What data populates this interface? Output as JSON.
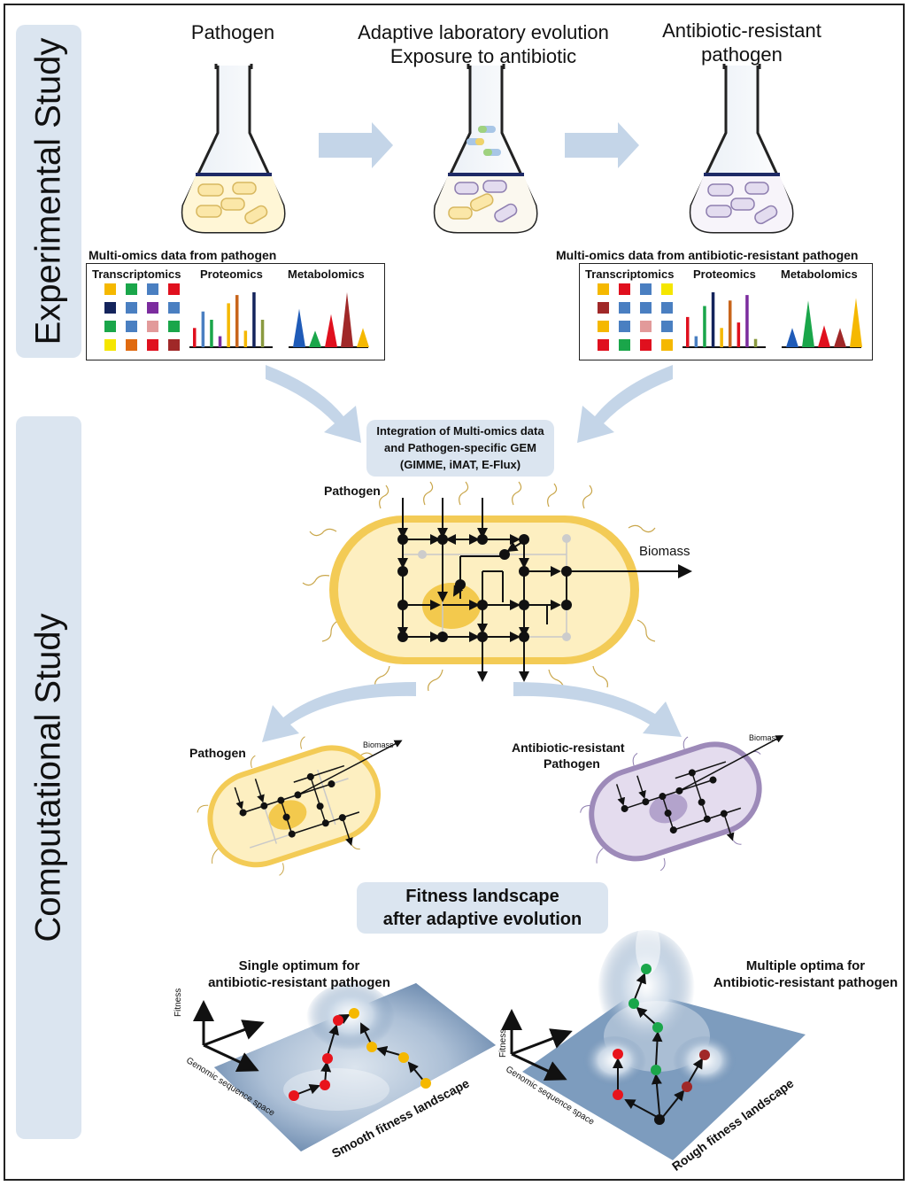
{
  "side_labels": {
    "experimental": "Experimental Study",
    "computational": "Computational Study"
  },
  "top": {
    "pathogen": "Pathogen",
    "ale_line1": "Adaptive laboratory evolution",
    "ale_line2": "Exposure to antibiotic",
    "resistant_line1": "Antibiotic-resistant",
    "resistant_line2": "pathogen"
  },
  "omics_left": {
    "title": "Multi-omics data from pathogen",
    "transcriptomics": "Transcriptomics",
    "proteomics": "Proteomics",
    "metabolomics": "Metabolomics",
    "grid_colors": [
      "#f5b800",
      "#1aa64a",
      "#4a7fc1",
      "#e0101e",
      "#14245c",
      "#4a7fc1",
      "#7b2c9e",
      "#4a7fc1",
      "#1aa64a",
      "#4a7fc1",
      "#e29a9a",
      "#1aa64a",
      "#f5e600",
      "#e06a10",
      "#e0101e",
      "#a02828"
    ],
    "bar_colors": [
      "#e0101e",
      "#4a7fc1",
      "#1aa64a",
      "#7b2c9e",
      "#f5b800",
      "#c8651b",
      "#f5b800",
      "#14245c",
      "#8a9a40"
    ],
    "bar_levels": [
      0.35,
      0.65,
      0.5,
      0.2,
      0.8,
      0.95,
      0.3,
      1.0,
      0.5
    ],
    "peak_colors": [
      "#1f5bb8",
      "#1aa64a",
      "#e0101e",
      "#a02828",
      "#f5b800"
    ],
    "peak_levels": [
      0.7,
      0.3,
      0.6,
      1.0,
      0.35
    ]
  },
  "omics_right": {
    "title": "Multi-omics data from antibiotic-resistant pathogen",
    "transcriptomics": "Transcriptomics",
    "proteomics": "Proteomics",
    "metabolomics": "Metabolomics",
    "grid_colors": [
      "#f5b800",
      "#e0101e",
      "#4a7fc1",
      "#f5e600",
      "#a02828",
      "#4a7fc1",
      "#4a7fc1",
      "#4a7fc1",
      "#f5b800",
      "#4a7fc1",
      "#e29a9a",
      "#4a7fc1",
      "#e0101e",
      "#1aa64a",
      "#e0101e",
      "#f5b800"
    ],
    "bar_colors": [
      "#e0101e",
      "#4a7fc1",
      "#1aa64a",
      "#14245c",
      "#f5b800",
      "#c8651b",
      "#e0101e",
      "#7b2c9e",
      "#8a9a40"
    ],
    "bar_levels": [
      0.55,
      0.2,
      0.75,
      1.0,
      0.35,
      0.85,
      0.45,
      0.95,
      0.15
    ],
    "peak_colors": [
      "#1f5bb8",
      "#1aa64a",
      "#e0101e",
      "#a02828",
      "#f5b800"
    ],
    "peak_levels": [
      0.35,
      0.85,
      0.4,
      0.35,
      0.9
    ]
  },
  "integration": {
    "line1": "Integration of Multi-omics data",
    "line2": "and Pathogen-specific GEM",
    "line3": "(GIMME, iMAT, E-Flux)"
  },
  "network": {
    "pathogen_label": "Pathogen",
    "biomass_label": "Biomass"
  },
  "small_cells": {
    "pathogen_label": "Pathogen",
    "resistant_line1": "Antibiotic-resistant",
    "resistant_line2": "Pathogen",
    "biomass_left": "Biomass",
    "biomass_right": "Biomass"
  },
  "fitness_box": {
    "line1": "Fitness landscape",
    "line2": "after adaptive evolution"
  },
  "landscape_left": {
    "title_line1": "Single optimum for",
    "title_line2": "antibiotic-resistant pathogen",
    "y_axis": "Fitness",
    "x_axis": "Genomic sequence space",
    "caption": "Smooth fitness  landscape"
  },
  "landscape_right": {
    "title_line1": "Multiple optima for",
    "title_line2": "Antibiotic-resistant pathogen",
    "y_axis": "Fitness",
    "x_axis": "Genomic sequence space",
    "caption": "Rough fitness landscape"
  },
  "colors": {
    "panel_bg": "#dbe5f0",
    "arrow": "#c4d5e8",
    "cell_fill": "#fcebb5",
    "cell_border": "#e9b730",
    "nucleus": "#f3c94d",
    "resistant_fill": "#e4dcee",
    "resistant_border": "#9d8ab9",
    "landscape": "#6f8fb3"
  }
}
